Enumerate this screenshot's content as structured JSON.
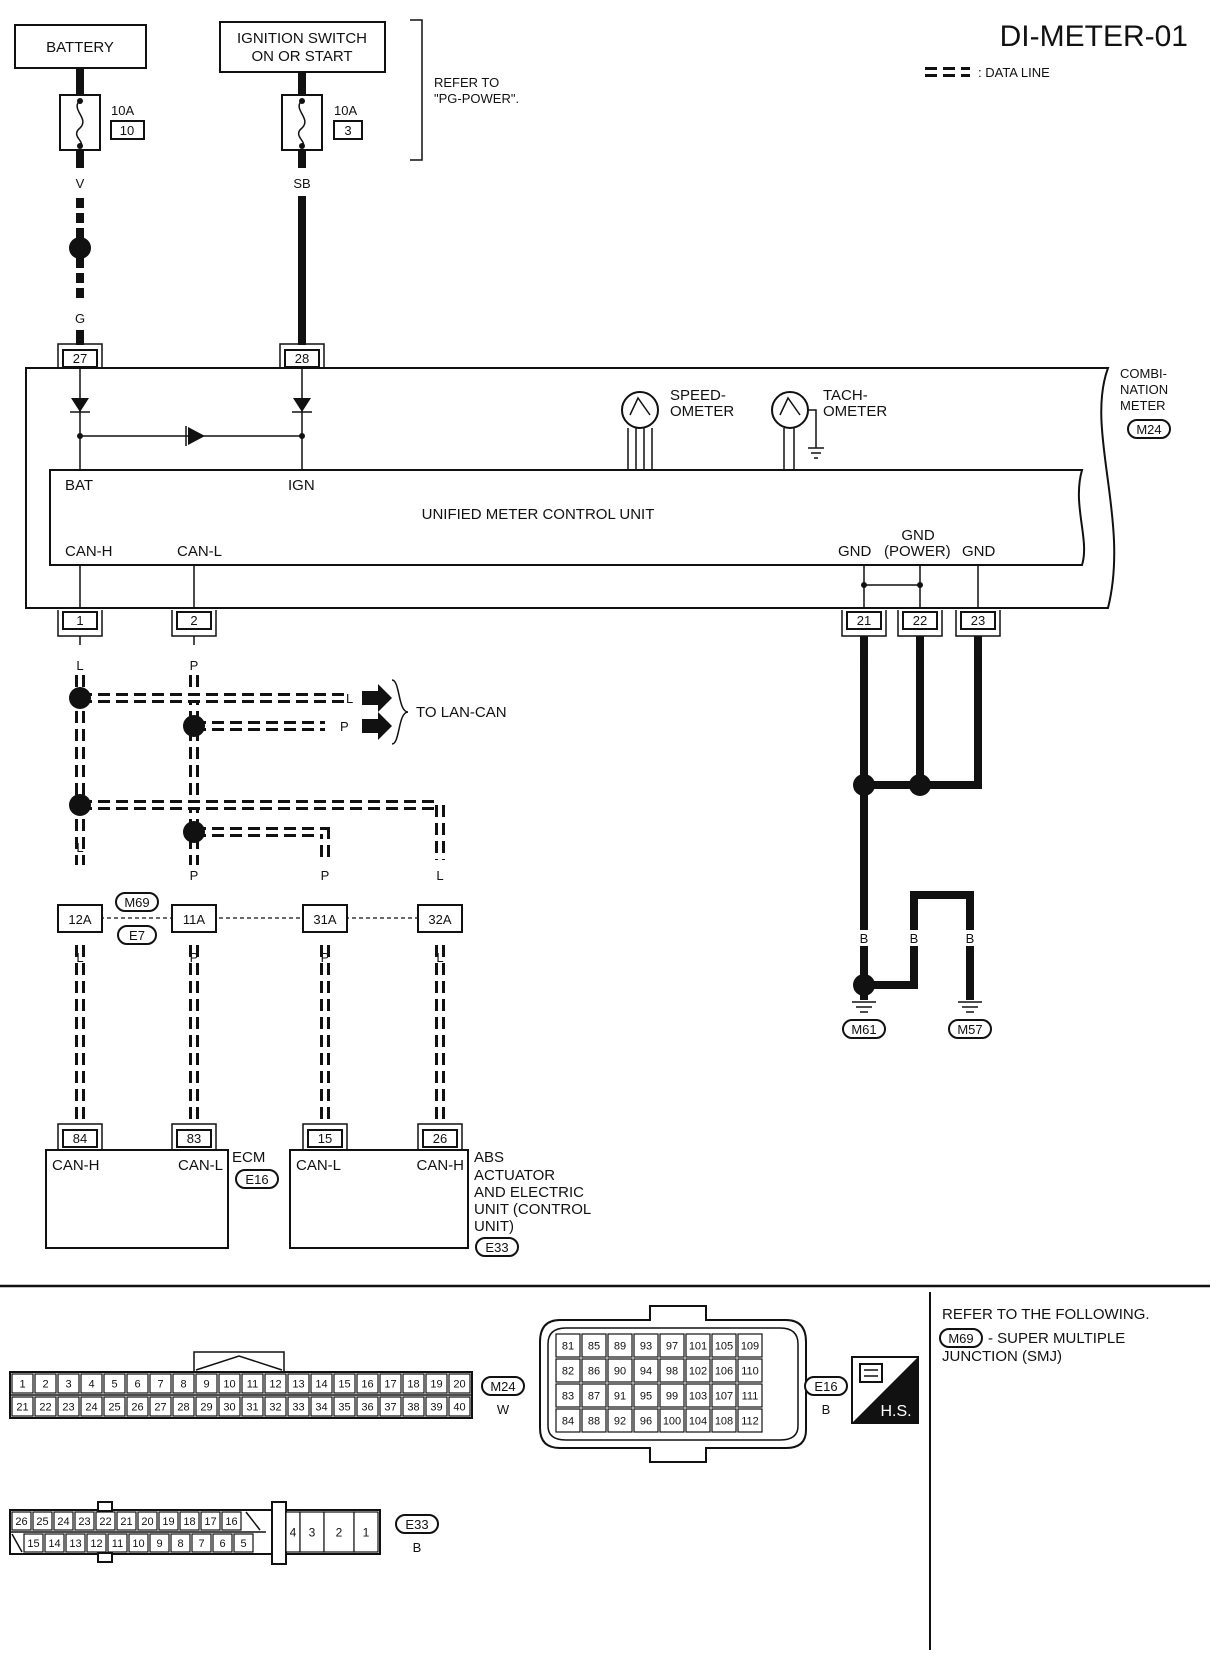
{
  "title": "DI-METER-01",
  "legend": {
    "data_line": ": DATA LINE"
  },
  "power": {
    "battery": "BATTERY",
    "ignition_line1": "IGNITION SWITCH",
    "ignition_line2": "ON OR START",
    "refer_line1": "REFER TO",
    "refer_line2": "\"PG-POWER\".",
    "fuse1_amp": "10A",
    "fuse1_num": "10",
    "fuse2_amp": "10A",
    "fuse2_num": "3",
    "wire_v": "V",
    "wire_g": "G",
    "wire_sb": "SB",
    "pin27": "27",
    "pin28": "28"
  },
  "meter": {
    "comb1": "COMBI-",
    "comb2": "NATION",
    "comb3": "METER",
    "conn": "M24",
    "speedo1": "SPEED-",
    "speedo2": "OMETER",
    "tacho1": "TACH-",
    "tacho2": "OMETER",
    "bat": "BAT",
    "ign": "IGN",
    "unit": "UNIFIED METER CONTROL UNIT",
    "canh": "CAN-H",
    "canl": "CAN-L",
    "gnd1": "GND",
    "gnd2a": "GND",
    "gnd2b": "(POWER)",
    "gnd3": "GND",
    "pin1": "1",
    "pin2": "2",
    "pin21": "21",
    "pin22": "22",
    "pin23": "23"
  },
  "can": {
    "l": "L",
    "p": "P",
    "b": "B",
    "to_lan": "TO LAN-CAN",
    "c12a": "12A",
    "c11a": "11A",
    "c31a": "31A",
    "c32a": "32A",
    "m69": "M69",
    "e7": "E7",
    "m61": "M61",
    "m57": "M57"
  },
  "ecm": {
    "pin84": "84",
    "pin83": "83",
    "canh": "CAN-H",
    "canl": "CAN-L",
    "name": "ECM",
    "conn": "E16"
  },
  "abs": {
    "pin15": "15",
    "pin26": "26",
    "canl": "CAN-L",
    "canh": "CAN-H",
    "l1": "ABS",
    "l2": "ACTUATOR",
    "l3": "AND ELECTRIC",
    "l4": "UNIT (CONTROL",
    "l5": "UNIT)",
    "conn": "E33"
  },
  "connectors": {
    "m24_label": "M24",
    "m24_color": "W",
    "m24_row1": [
      "1",
      "2",
      "3",
      "4",
      "5",
      "6",
      "7",
      "8",
      "9",
      "10",
      "11",
      "12",
      "13",
      "14",
      "15",
      "16",
      "17",
      "18",
      "19",
      "20"
    ],
    "m24_row2": [
      "21",
      "22",
      "23",
      "24",
      "25",
      "26",
      "27",
      "28",
      "29",
      "30",
      "31",
      "32",
      "33",
      "34",
      "35",
      "36",
      "37",
      "38",
      "39",
      "40"
    ],
    "e16_label": "E16",
    "e16_color": "B",
    "e16_cols": [
      [
        "81",
        "82",
        "83",
        "84"
      ],
      [
        "85",
        "86",
        "87",
        "88"
      ],
      [
        "89",
        "90",
        "91",
        "92"
      ],
      [
        "93",
        "94",
        "95",
        "96"
      ],
      [
        "97",
        "98",
        "99",
        "100"
      ],
      [
        "101",
        "102",
        "103",
        "104"
      ],
      [
        "105",
        "106",
        "107",
        "108"
      ],
      [
        "109",
        "110",
        "111",
        "112"
      ]
    ],
    "e33_label": "E33",
    "e33_color": "B",
    "e33_row1": [
      "26",
      "25",
      "24",
      "23",
      "22",
      "21",
      "20",
      "19",
      "18",
      "17",
      "16"
    ],
    "e33_row2": [
      "15",
      "14",
      "13",
      "12",
      "11",
      "10",
      "9",
      "8",
      "7",
      "6",
      "5"
    ],
    "e33_big": [
      "4",
      "3",
      "2",
      "1"
    ],
    "hs": "H.S."
  },
  "refer": {
    "line1": "REFER TO THE FOLLOWING.",
    "conn": "M69",
    "line2": "- SUPER MULTIPLE",
    "line3": "JUNCTION (SMJ)"
  }
}
